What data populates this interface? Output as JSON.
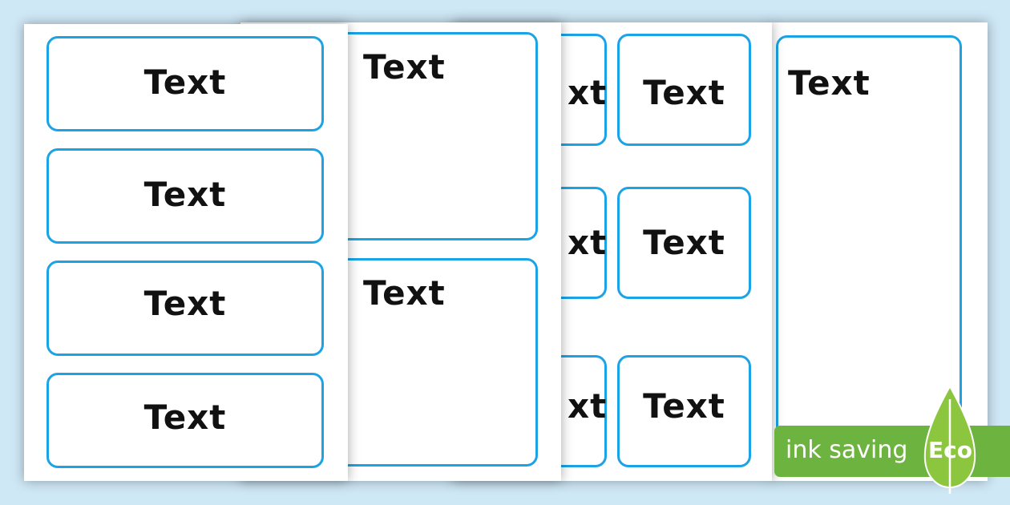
{
  "labels": {
    "box_text": "Text",
    "partial_text": "xt"
  },
  "badge": {
    "label": "ink saving",
    "leaf_label": "Eco"
  },
  "colors": {
    "background": "#cfe8f6",
    "box_border": "#1ba3e6",
    "badge_green": "#6db33f",
    "leaf_green": "#8cc63f"
  }
}
